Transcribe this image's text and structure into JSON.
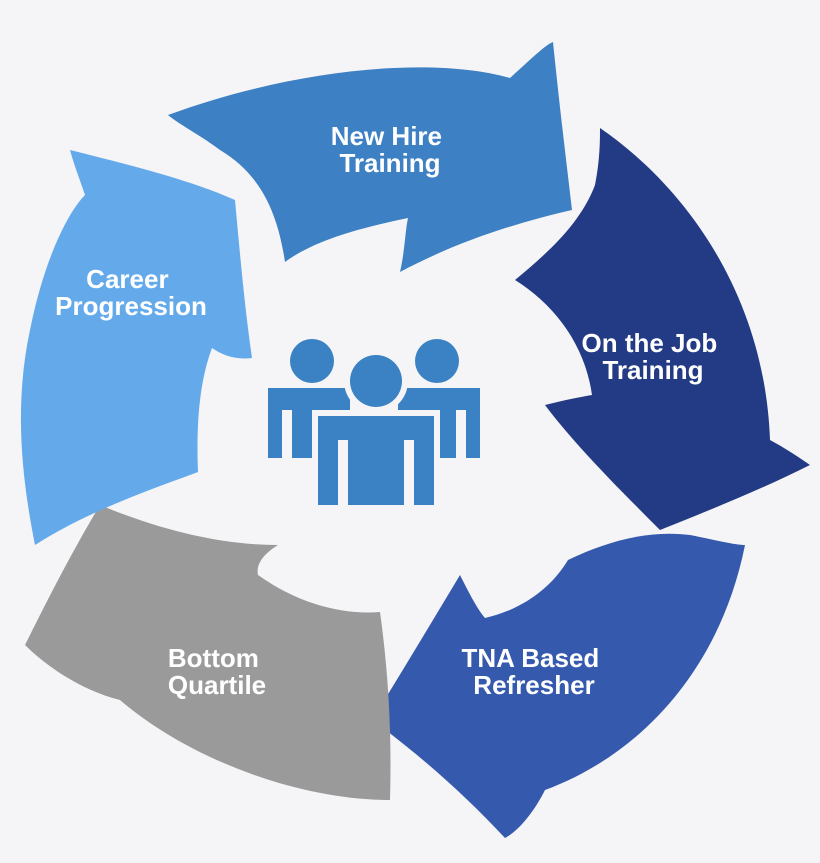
{
  "cycle": {
    "center_icon": "team-people-icon",
    "segments": [
      {
        "id": "new-hire-training",
        "line1": "New Hire",
        "line2": "Training",
        "color": "#3d80c4"
      },
      {
        "id": "on-the-job-training",
        "line1": "On the Job",
        "line2": "Training",
        "color": "#233a85"
      },
      {
        "id": "tna-based-refresher",
        "line1": "TNA Based",
        "line2": "Refresher",
        "color": "#3559ad"
      },
      {
        "id": "bottom-quartile",
        "line1": "Bottom",
        "line2": "Quartile",
        "color": "#9a9a9a"
      },
      {
        "id": "career-progression",
        "line1": "Career",
        "line2": "Progression",
        "color": "#64aaea"
      }
    ],
    "icon_color": "#3b82c4"
  }
}
